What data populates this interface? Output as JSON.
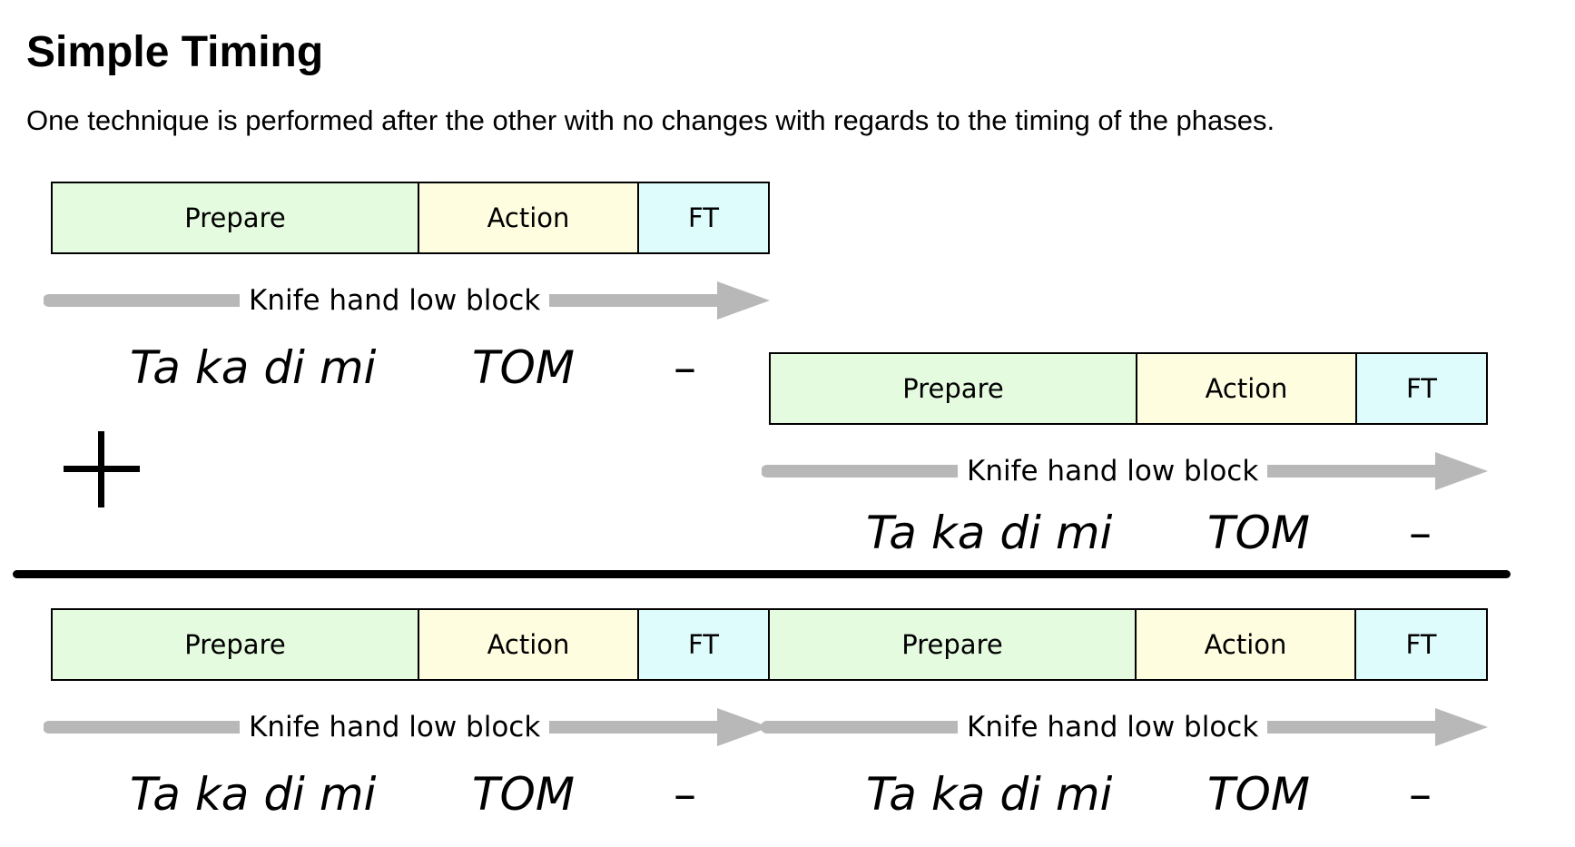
{
  "title": "Simple Timing",
  "description": "One technique is performed after the other with no changes with regards to the timing of the phases.",
  "phases": {
    "prepare": "Prepare",
    "action": "Action",
    "ft": "FT"
  },
  "technique": "Knife hand low block",
  "syllables": {
    "first": "Ta ka di mi",
    "second": "TOM",
    "third": "–"
  },
  "colors": {
    "prepare": "#e5fbe0",
    "action": "#fefde0",
    "ft": "#dffcfc",
    "arrow": "#b8b8b8"
  }
}
